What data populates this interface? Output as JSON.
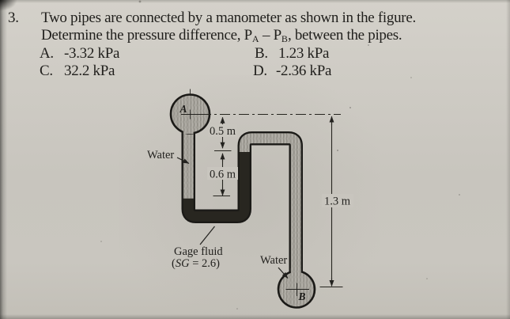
{
  "question": {
    "number": "3.",
    "line1": "Two pipes are connected by a manometer as shown in the figure.",
    "line2": {
      "prefix": "Determine the pressure difference, P",
      "sub_a": "A",
      "mid": " – P",
      "sub_b": "B",
      "suffix": ", between the pipes."
    },
    "options": [
      {
        "letter": "A.",
        "value": "-3.32 kPa"
      },
      {
        "letter": "B.",
        "value": "1.23 kPa"
      },
      {
        "letter": "C.",
        "value": "32.2 kPa"
      },
      {
        "letter": "D.",
        "value": "-2.36 kPa"
      }
    ]
  },
  "figure": {
    "pipe_a_label": "A",
    "pipe_b_label": "B",
    "water_label_top": "Water",
    "water_label_bottom": "Water",
    "gage_fluid": {
      "line1": "Gage fluid",
      "paren": "(",
      "sg": "SG",
      "rest": " = 2.6)"
    },
    "dims": {
      "d05": "0.5 m",
      "d06": "0.6 m",
      "d13": "1.3 m"
    },
    "colors": {
      "water_fill": "#b5b2ab",
      "water_hatch": "#86837b",
      "gage_fluid_dark": "#282620",
      "tube_wall": "#1b1a17",
      "paper": "#c8c5be",
      "ink": "#23221f"
    }
  }
}
